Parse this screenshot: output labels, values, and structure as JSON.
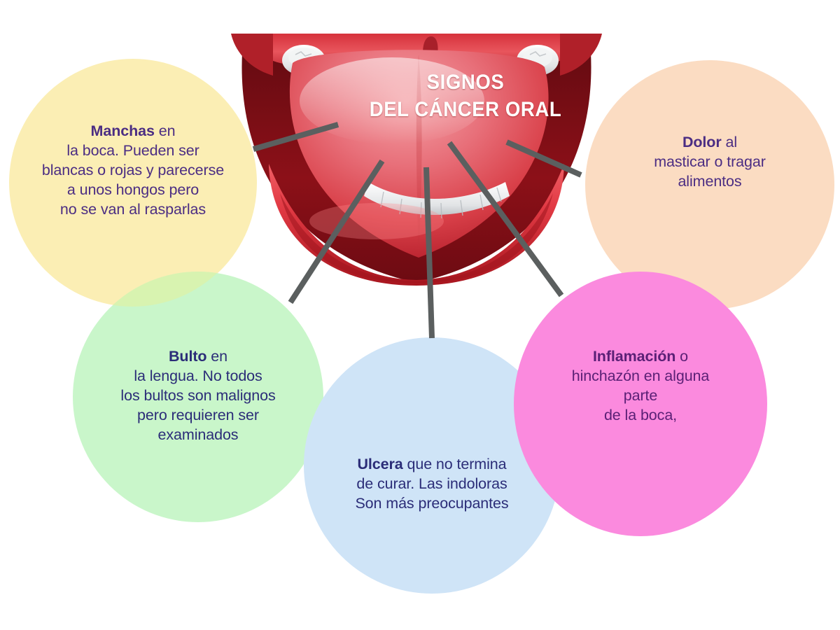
{
  "infographic": {
    "title": "SIGNOS\nDEL CÁNCER ORAL",
    "background_color": "#ffffff",
    "illustration": "open-mouth-with-tongue"
  },
  "bubbles": [
    {
      "id": "manchas",
      "color": "#fbeeb4",
      "text_color": "#4b2d83",
      "heading": "Manchas",
      "body": " en\nla boca. Pueden ser\nblancas o rojas y parecerse\na unos hongos pero\nno se van al rasparlas"
    },
    {
      "id": "dolor",
      "color": "#fbdcc2",
      "text_color": "#4b2d83",
      "heading": "Dolor",
      "body": " al\nmasticar o tragar\nalimentos"
    },
    {
      "id": "bulto",
      "color": "#c9f6ca",
      "text_color": "#2b2d78",
      "heading": "Bulto",
      "body": " en\nla lengua. No todos\nlos bultos  son malignos\npero requieren ser\nexaminados"
    },
    {
      "id": "ulcera",
      "color": "#cfe4f7",
      "text_color": "#2b2d78",
      "heading": "Ulcera",
      "body": " que no termina\nde curar. Las indoloras\nSon más preocupantes"
    },
    {
      "id": "inflamacion",
      "color": "#fb8ade",
      "text_color": "#5b2076",
      "heading": "Inflamación",
      "body": "  o\nhinchazón en alguna\nparte\nde la boca,"
    }
  ],
  "pointer_lines": {
    "color": "#5b5f5f",
    "count": 5
  }
}
